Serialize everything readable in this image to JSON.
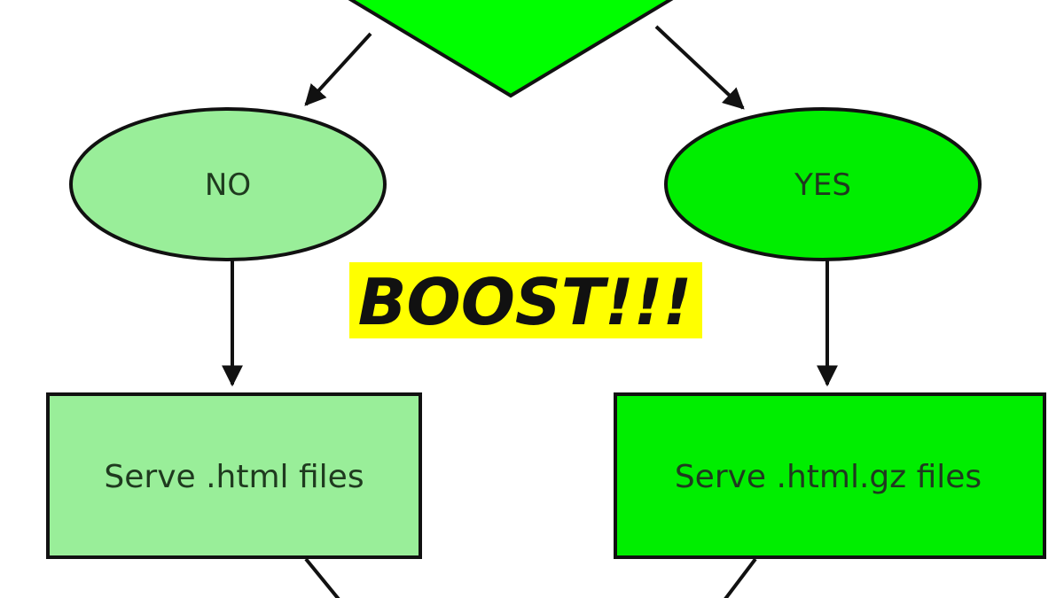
{
  "diagram": {
    "nodes": {
      "no": {
        "label": "NO"
      },
      "yes": {
        "label": "YES"
      },
      "serve_html": {
        "label": "Serve .html files"
      },
      "serve_gz": {
        "label": "Serve .html.gz files"
      }
    },
    "highlight": {
      "text": "BOOST!!!"
    }
  },
  "colors": {
    "decision_fill": "#00ff00",
    "no_fill": "#99ee99",
    "yes_fill": "#00ee00",
    "highlight_bg": "#ffff00",
    "stroke": "#111111"
  }
}
